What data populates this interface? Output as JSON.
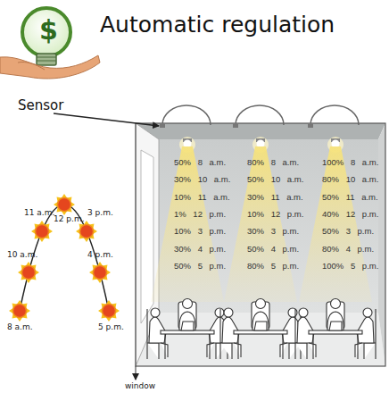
{
  "diagram": {
    "title": "Automatic regulation",
    "nodes": [
      {
        "text": [
          "50% 8 a.m.",
          "30% 10 a.m.",
          "10% 11 a.m.",
          "1% 12 p.m.",
          "10% 3 p.m.",
          "30% 4 p.m.",
          "50% 5 p.m."
        ]
      },
      {
        "text": [
          "80% 8 a.m.",
          "50% 10 a.m.",
          "30% 11 a.m.",
          "10% 12 p.m.",
          "30% 3 p.m.",
          "50% 4 p.m.",
          "80% 5 p.m."
        ]
      },
      {
        "text": [
          "100% 8 a.m.",
          "80% 10 a.m.",
          "50% 11 a.m.",
          "40% 12 p.m.",
          "50% 3 p.m.",
          "80% 4 p.m.",
          "100% 5 p.m."
        ]
      }
    ],
    "labels": [
      "$",
      "Sensor",
      "12 p.m.",
      "11 a.m.",
      "3 p.m.",
      "10 a.m.",
      "4 p.m.",
      "8 a.m.",
      "5 p.m.",
      "window"
    ]
  }
}
